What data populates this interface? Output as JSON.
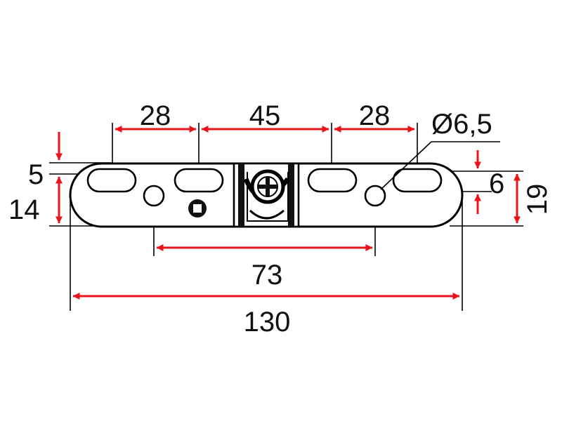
{
  "colors": {
    "dimension": "#e8141b",
    "outline": "#000000",
    "background": "#ffffff"
  },
  "dimensions": {
    "slot_spacing_left": "28",
    "center_span": "45",
    "slot_spacing_right": "28",
    "hole_diameter": "Ø6,5",
    "slot_offset": "5",
    "slot_height_left": "14",
    "slot_height_right": "6",
    "overall_height": "19",
    "hole_spacing": "73",
    "overall_length": "130"
  },
  "icons": {
    "screw": "phillips-screw-icon",
    "rivet": "square-rivet-icon"
  }
}
